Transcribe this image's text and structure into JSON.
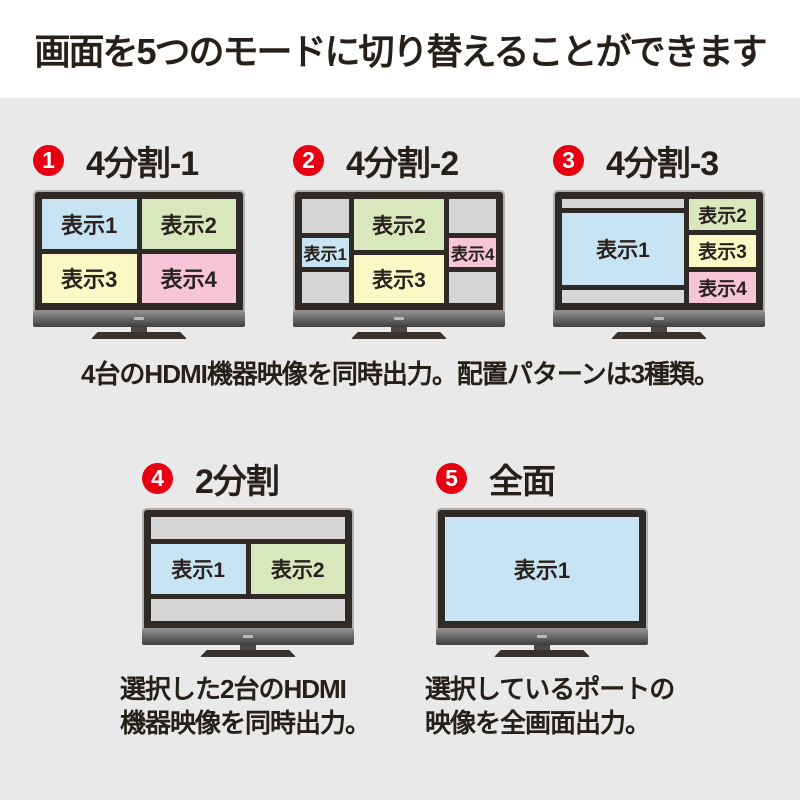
{
  "title": "画面を5つのモードに切り替えることができます",
  "modes": [
    {
      "number": "1",
      "label": "4分割-1"
    },
    {
      "number": "2",
      "label": "4分割-2"
    },
    {
      "number": "3",
      "label": "4分割-3"
    },
    {
      "number": "4",
      "label": "2分割"
    },
    {
      "number": "5",
      "label": "全面"
    }
  ],
  "labels": {
    "d1": "表示1",
    "d2": "表示2",
    "d3": "表示3",
    "d4": "表示4"
  },
  "captions": {
    "quad": "4台のHDMI機器映像を同時出力。配置パターンは3種類。",
    "dual_line1": "選択した2台のHDMI",
    "dual_line2": "機器映像を同時出力。",
    "full_line1": "選択しているポートの",
    "full_line2": "映像を全画面出力。"
  },
  "colors": {
    "accent_red": "#e60012",
    "display1_blue": "#c8e4f3",
    "display2_green": "#d8e7bc",
    "display3_yellow": "#fbf8c5",
    "display4_pink": "#f6c6d8",
    "inactive_gray": "#d6d6d6",
    "bezel_dark": "#302a27",
    "background_gray": "#e9e9e9",
    "header_white": "#ffffff",
    "text_dark": "#262019"
  }
}
